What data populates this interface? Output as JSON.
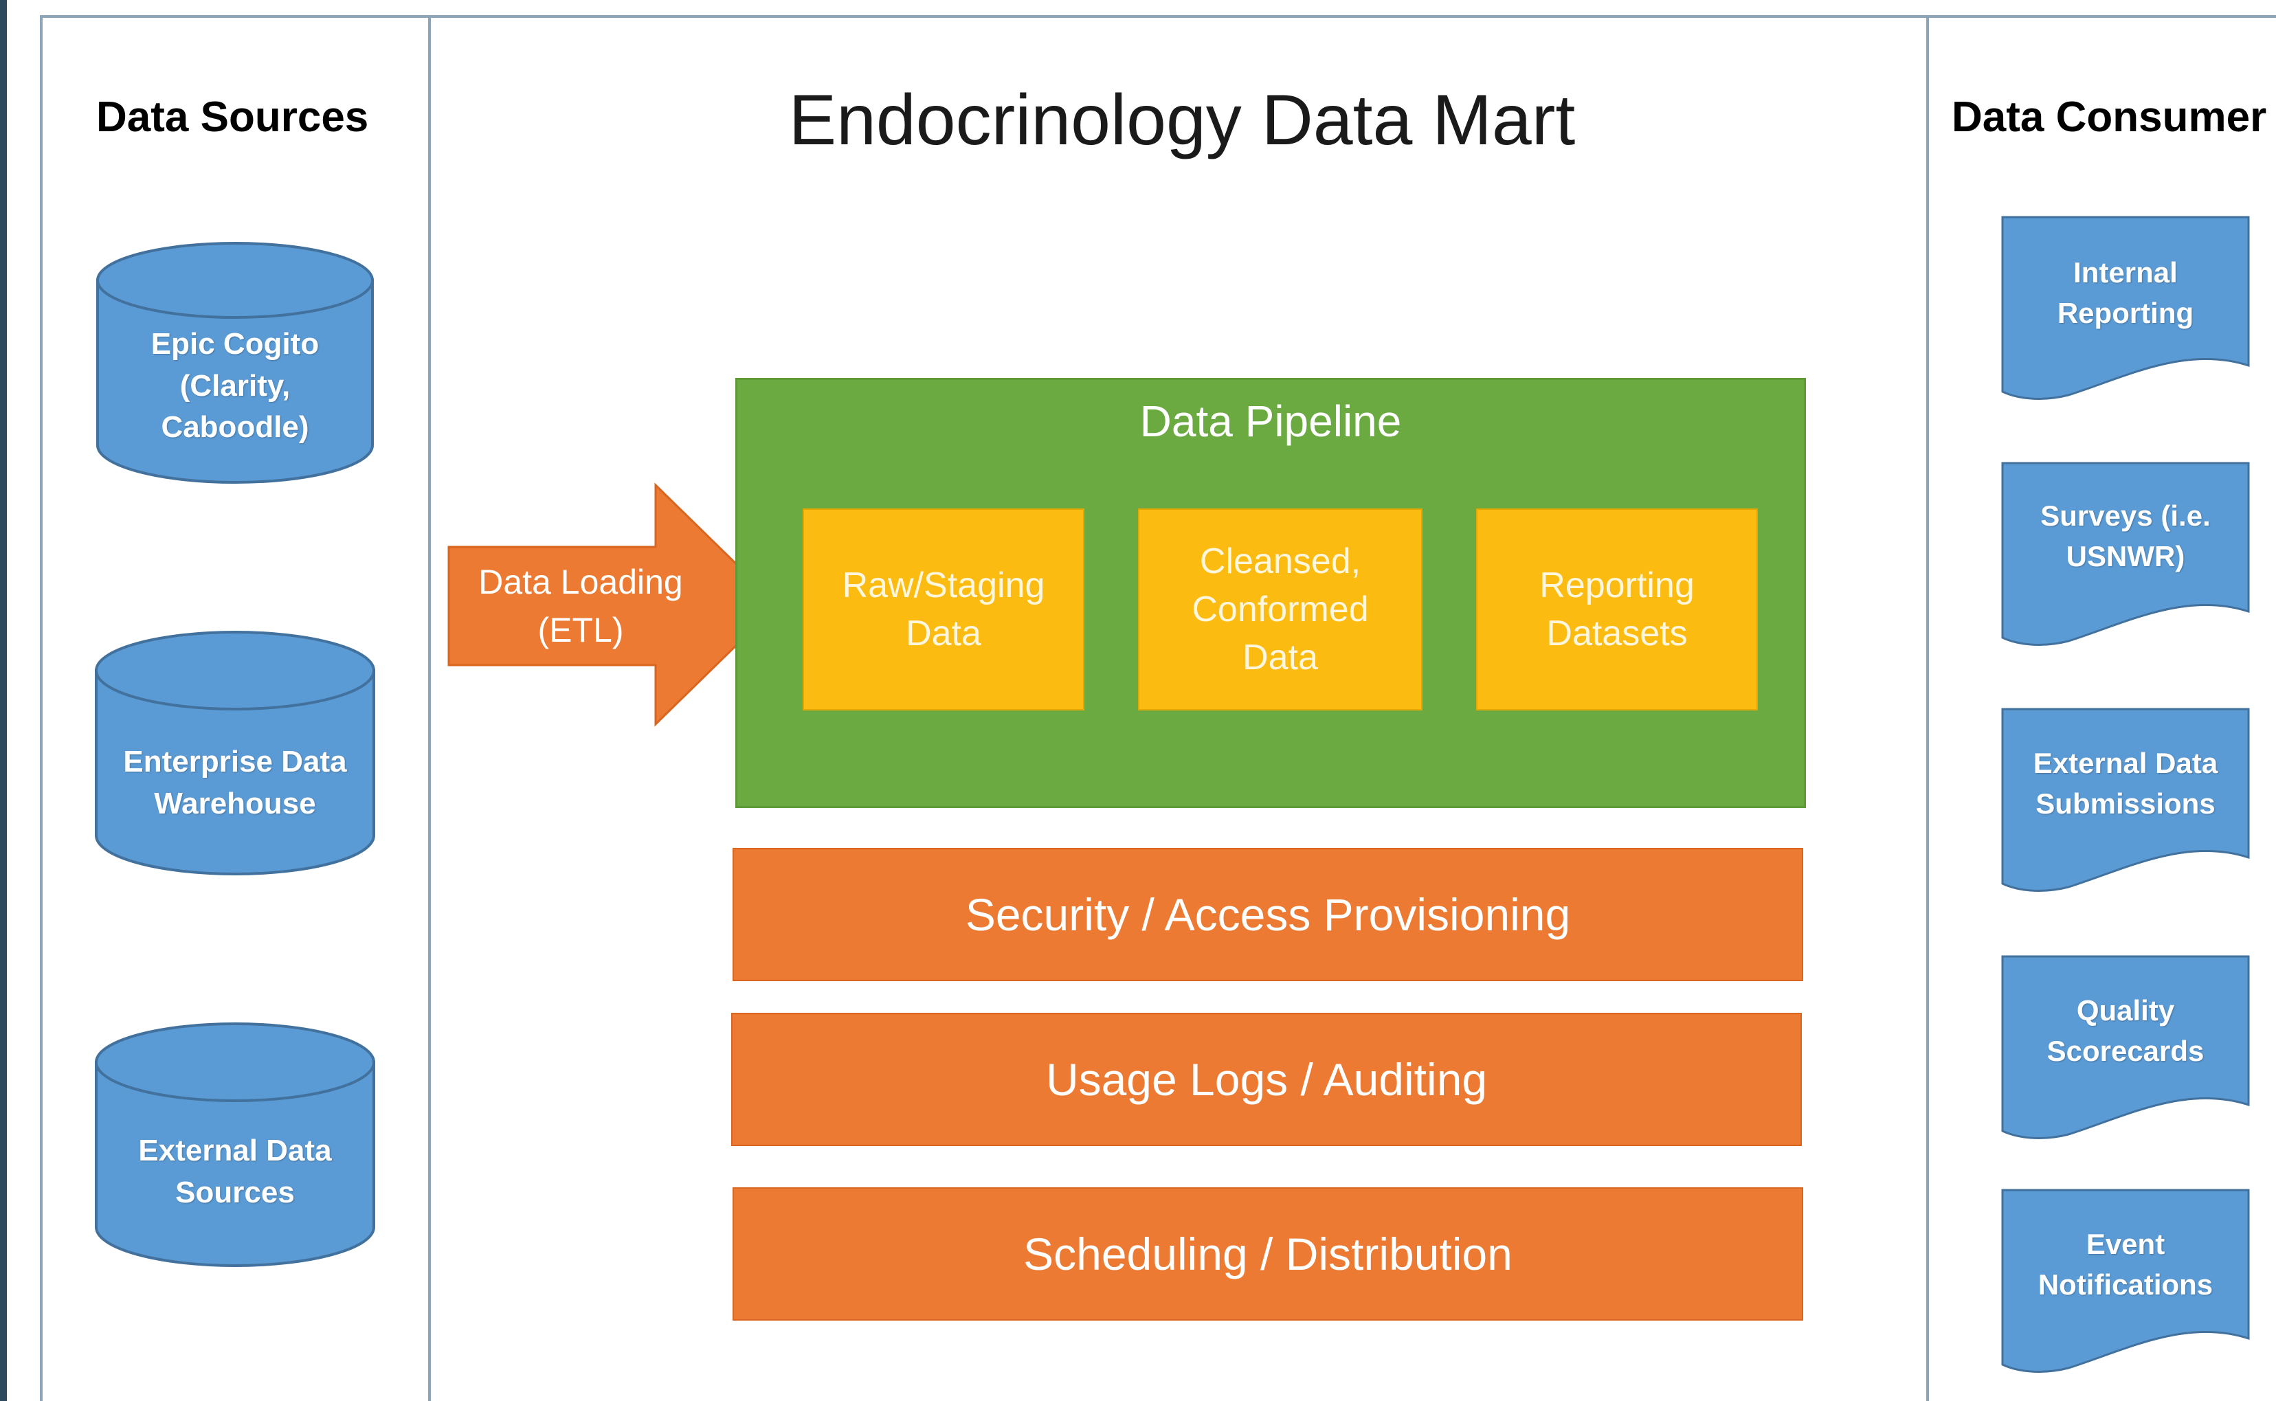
{
  "columns": {
    "sources_title": "Data Sources",
    "main_title": "Endocrinology Data Mart",
    "consumers_title": "Data Consumer"
  },
  "data_sources": [
    {
      "label": "Epic Cogito\n(Clarity,\nCaboodle)"
    },
    {
      "label": "Enterprise Data\nWarehouse"
    },
    {
      "label": "External Data\nSources"
    }
  ],
  "etl": {
    "label": "Data Loading\n(ETL)"
  },
  "pipeline": {
    "title": "Data Pipeline",
    "stages": [
      {
        "label": "Raw/Staging\nData"
      },
      {
        "label": "Cleansed,\nConformed\nData"
      },
      {
        "label": "Reporting\nDatasets"
      }
    ]
  },
  "services": [
    {
      "label": "Security  / Access Provisioning"
    },
    {
      "label": "Usage Logs / Auditing"
    },
    {
      "label": "Scheduling / Distribution"
    }
  ],
  "data_consumers": [
    {
      "label": "Internal\nReporting"
    },
    {
      "label": "Surveys (i.e.\nUSNWR)"
    },
    {
      "label": "External Data\nSubmissions"
    },
    {
      "label": "Quality\nScorecards"
    },
    {
      "label": "Event\nNotifications"
    }
  ],
  "colors": {
    "database_blue": "#5b9bd5",
    "database_outline": "#41719c",
    "pipeline_green": "#6aaa40",
    "stage_yellow": "#fbbb10",
    "band_orange": "#ec7a32",
    "frame_line": "#8ea5b8"
  }
}
